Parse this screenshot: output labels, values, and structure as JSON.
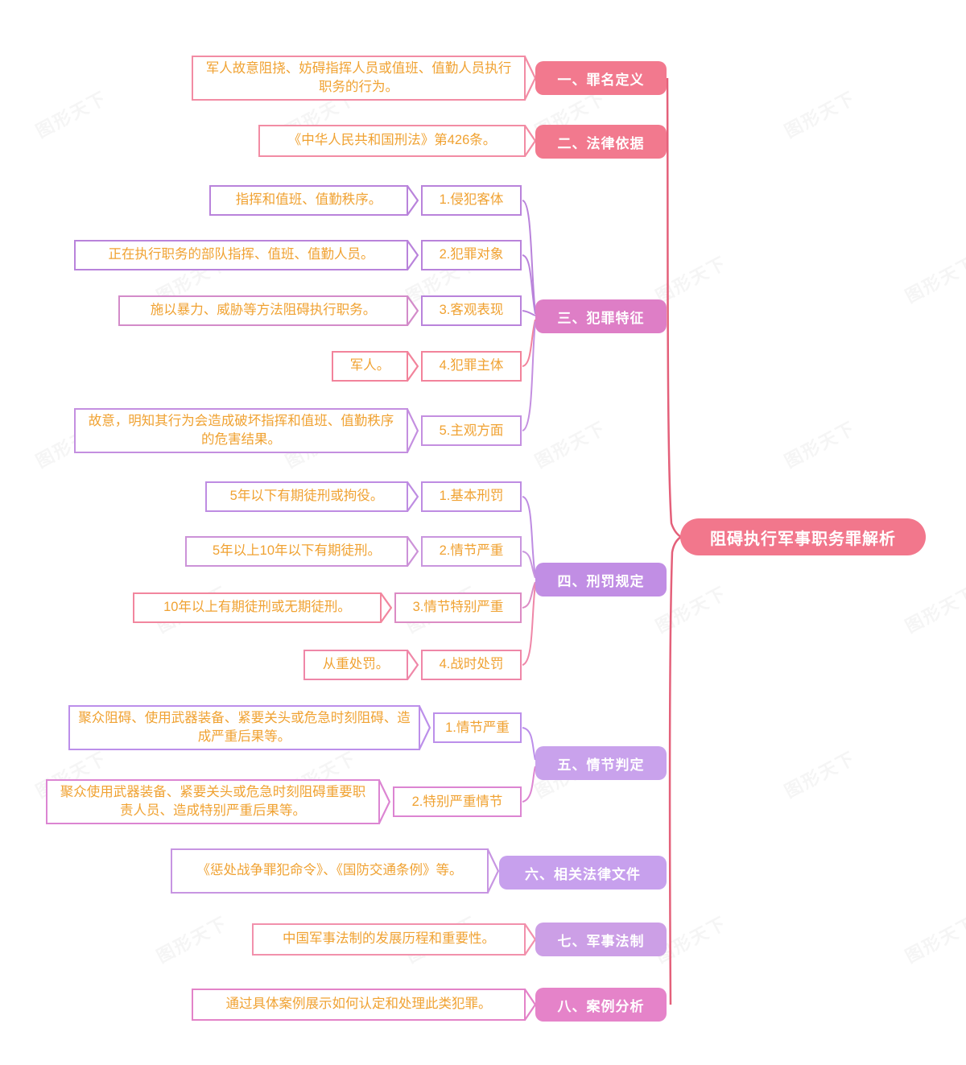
{
  "title": "阻碍执行军事职务罪解析",
  "watermark": "图形天下",
  "colors": {
    "text_orange": "#F0A232",
    "spine": "#E4607A",
    "root_fill": "#F2778C"
  },
  "branches": [
    {
      "label": "一、罪名定义",
      "fill": "#F2798E",
      "children": [
        {
          "text": "军人故意阻挠、妨碍指挥人员或值班、值勤人员执行职务的行为。",
          "border": "#F28CA4"
        }
      ]
    },
    {
      "label": "二、法律依据",
      "fill": "#F2798E",
      "children": [
        {
          "text": "《中华人民共和国刑法》第426条。",
          "border": "#F28CA4"
        }
      ]
    },
    {
      "label": "三、犯罪特征",
      "fill": "#DE7EC6",
      "children": [
        {
          "title": "1.侵犯客体",
          "text": "指挥和值班、值勤秩序。",
          "border": "#B983DB",
          "title_border": "#B983DB"
        },
        {
          "title": "2.犯罪对象",
          "text": "正在执行职务的部队指挥、值班、值勤人员。",
          "border": "#B983DB",
          "title_border": "#B983DB"
        },
        {
          "title": "3.客观表现",
          "text": "施以暴力、威胁等方法阻碍执行职务。",
          "border": "#D38BC9",
          "title_border": "#B983DB"
        },
        {
          "title": "4.犯罪主体",
          "text": "军人。",
          "border": "#F2839B",
          "title_border": "#F2839B"
        },
        {
          "title": "5.主观方面",
          "text": "故意，明知其行为会造成破坏指挥和值班、值勤秩序的危害结果。",
          "border": "#C48FE0",
          "title_border": "#C48FE0"
        }
      ]
    },
    {
      "label": "四、刑罚规定",
      "fill": "#C18EE4",
      "children": [
        {
          "title": "1.基本刑罚",
          "text": "5年以下有期徒刑或拘役。",
          "border": "#BE8CE2",
          "title_border": "#BE8CE2"
        },
        {
          "title": "2.情节严重",
          "text": "5年以上10年以下有期徒刑。",
          "border": "#CC92D8",
          "title_border": "#C996DE"
        },
        {
          "title": "3.情节特别严重",
          "text": "10年以上有期徒刑或无期徒刑。",
          "border": "#F2869E",
          "title_border": "#DC8BC4"
        },
        {
          "title": "4.战时处罚",
          "text": "从重处罚。",
          "border": "#EF87A8",
          "title_border": "#EF87A8"
        }
      ]
    },
    {
      "label": "五、情节判定",
      "fill": "#C9A2EC",
      "children": [
        {
          "title": "1.情节严重",
          "text": "聚众阻碍、使用武器装备、紧要关头或危急时刻阻碍、造成严重后果等。",
          "border": "#BC8FEA",
          "title_border": "#BC8FEA"
        },
        {
          "title": "2.特别严重情节",
          "text": "聚众使用武器装备、紧要关头或危急时刻阻碍重要职责人员、造成特别严重后果等。",
          "border": "#DC85D2",
          "title_border": "#DC85D2"
        }
      ]
    },
    {
      "label": "六、相关法律文件",
      "fill": "#C7A0ED",
      "children": [
        {
          "text": "《惩处战争罪犯命令》、《国防交通条例》等。",
          "border": "#C795E2"
        }
      ]
    },
    {
      "label": "七、军事法制",
      "fill": "#CC9FE6",
      "children": [
        {
          "text": "中国军事法制的发展历程和重要性。",
          "border": "#F291AC"
        }
      ]
    },
    {
      "label": "八、案例分析",
      "fill": "#E583C9",
      "children": [
        {
          "text": "通过具体案例展示如何认定和处理此类犯罪。",
          "border": "#E383C8"
        }
      ]
    }
  ]
}
